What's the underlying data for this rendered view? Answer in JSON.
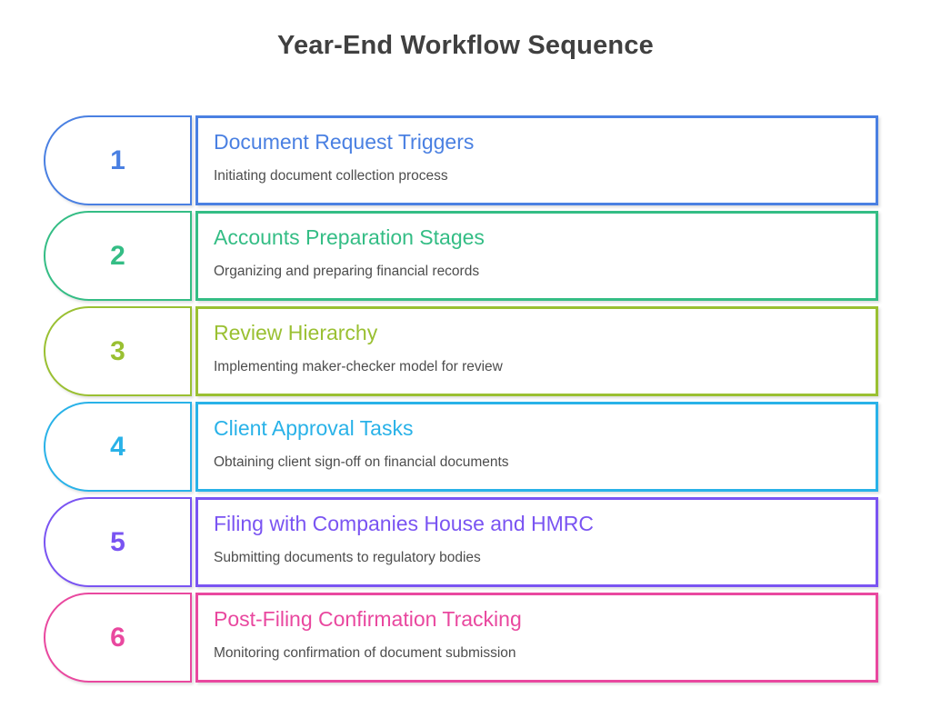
{
  "header": {
    "title": "Year-End Workflow Sequence",
    "color": "#404040"
  },
  "description_color": "#4d4d4d",
  "background_color": "#ffffff",
  "steps": [
    {
      "number": "1",
      "title": "Document Request Triggers",
      "description": "Initiating document collection process",
      "color": "#4a80e2"
    },
    {
      "number": "2",
      "title": "Accounts Preparation Stages",
      "description": "Organizing and preparing financial records",
      "color": "#34bd85"
    },
    {
      "number": "3",
      "title": "Review Hierarchy",
      "description": "Implementing maker-checker model for review",
      "color": "#9ac032"
    },
    {
      "number": "4",
      "title": "Client Approval Tasks",
      "description": "Obtaining client sign-off on financial documents",
      "color": "#29b2e8"
    },
    {
      "number": "5",
      "title": "Filing with Companies House and HMRC",
      "description": "Submitting documents to regulatory bodies",
      "color": "#7a54f2"
    },
    {
      "number": "6",
      "title": "Post-Filing Confirmation Tracking",
      "description": "Monitoring confirmation of document submission",
      "color": "#e9489f"
    }
  ]
}
